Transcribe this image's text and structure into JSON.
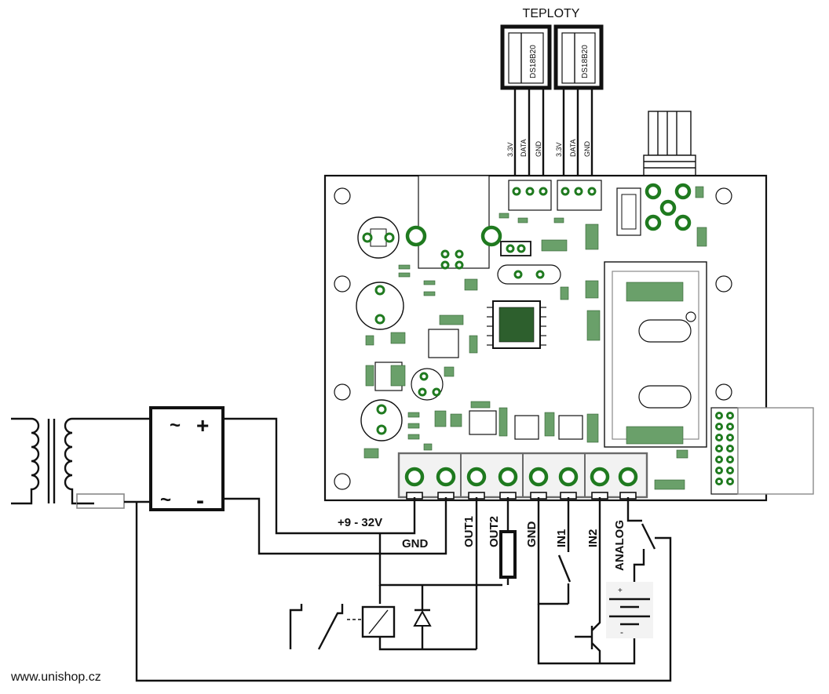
{
  "title": "TEPLOTY",
  "sensors": [
    {
      "name": "DS18B20",
      "pins": [
        "3.3V",
        "DATA",
        "GND"
      ]
    },
    {
      "name": "DS18B20",
      "pins": [
        "3.3V",
        "DATA",
        "GND"
      ]
    }
  ],
  "terminals": {
    "power": "+9 - 32V",
    "gnd": "GND",
    "out1": "OUT1",
    "out2": "OUT2",
    "gnd2": "GND",
    "in1": "IN1",
    "in2": "IN2",
    "analog": "ANALOG"
  },
  "rectifier": {
    "ac1": "~",
    "ac2": "~",
    "plus": "+",
    "minus": "-"
  },
  "battery": {
    "plus": "+",
    "minus": "-"
  },
  "watermark": "www.unishop.cz",
  "colors": {
    "pad": "#1f7a1f",
    "smd": "#6aa06a",
    "line": "#111111"
  }
}
